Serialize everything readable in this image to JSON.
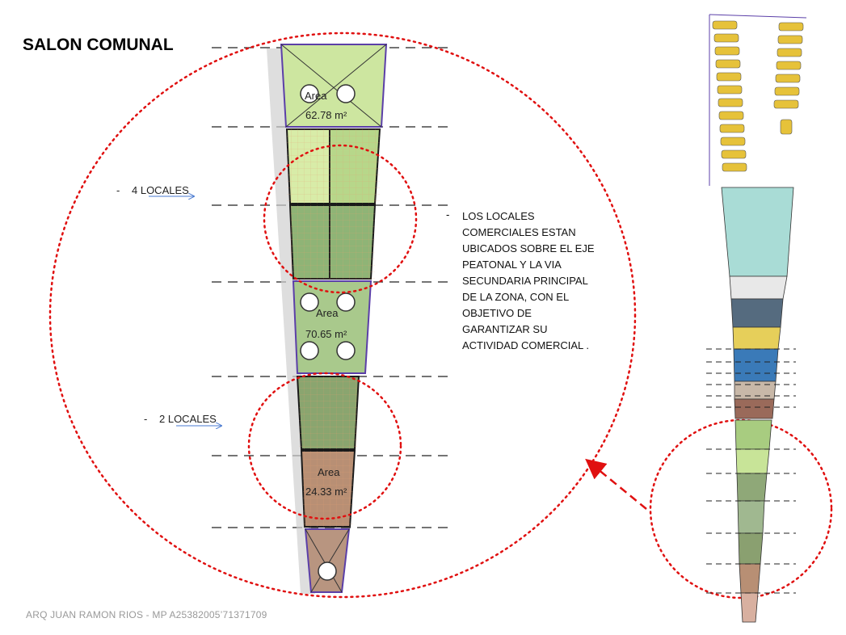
{
  "title": "SALON COMUNAL",
  "labels": {
    "four_locales": "4 LOCALES",
    "two_locales": "2  LOCALES",
    "dash": "-"
  },
  "note_lines": [
    "LOS LOCALES",
    "COMERCIALES ESTAN",
    "UBICADOS SOBRE EL EJE",
    "PEATONAL  Y LA VIA",
    "SECUNDARIA PRINCIPAL",
    "DE LA ZONA, CON EL",
    "OBJETIVO DE",
    "GARANTIZAR SU",
    "ACTIVIDAD COMERCIAL ."
  ],
  "areas": [
    {
      "label": "Area",
      "value": "62.78 m²"
    },
    {
      "label": "Area",
      "value": "70.65 m²"
    },
    {
      "label": "Area",
      "value": "24.33 m²"
    }
  ],
  "footer": "ARQ JUAN RAMON RIOS  - MP A25382005’71371709",
  "colors": {
    "circle": "#e01010",
    "outline": "#5b3fa8",
    "light_green": "#cde6a0",
    "mid_green": "#9cbf7a",
    "dark_green": "#7f9f68",
    "brown": "#b88f74"
  }
}
